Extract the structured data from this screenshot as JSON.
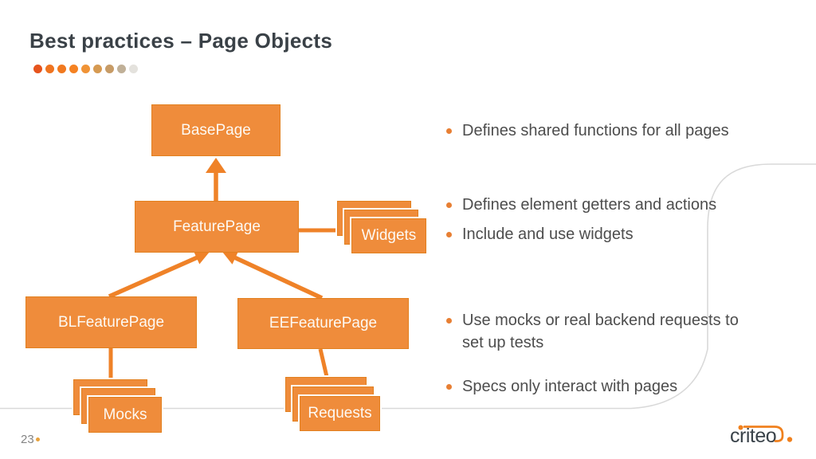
{
  "slide": {
    "title": "Best practices – Page Objects",
    "page_number": "23"
  },
  "title_dots_colors": [
    "#e6541d",
    "#ef7420",
    "#f1791f",
    "#f58222",
    "#f09336",
    "#d69a52",
    "#c79b66",
    "#c0b098",
    "#e4e2dd"
  ],
  "diagram": {
    "nodes": {
      "base": {
        "label": "BasePage"
      },
      "feature": {
        "label": "FeaturePage"
      },
      "widgets": {
        "label": "Widgets",
        "stacked": true
      },
      "bl": {
        "label": "BLFeaturePage"
      },
      "ee": {
        "label": "EEFeaturePage"
      },
      "mocks": {
        "label": "Mocks",
        "stacked": true
      },
      "requests": {
        "label": "Requests",
        "stacked": true
      }
    },
    "edges": [
      {
        "from": "feature",
        "to": "base",
        "type": "inheritance-arrow"
      },
      {
        "from": "bl",
        "to": "feature",
        "type": "inheritance-arrow"
      },
      {
        "from": "ee",
        "to": "feature",
        "type": "inheritance-arrow"
      },
      {
        "from": "feature",
        "to": "widgets",
        "type": "association"
      },
      {
        "from": "bl",
        "to": "mocks",
        "type": "association"
      },
      {
        "from": "ee",
        "to": "requests",
        "type": "association"
      }
    ]
  },
  "bullets": [
    "Defines shared functions for all pages",
    "Defines element getters and actions",
    "Include and use widgets",
    "Use mocks or real backend requests to\nset up tests",
    "Specs only interact with pages"
  ],
  "footer": {
    "logo_text": "criteo"
  },
  "colors": {
    "box_fill": "#EF8C3B",
    "box_border": "#E2801F",
    "connector_orange": "#EF8228",
    "bullet_dot": "#E87F33",
    "title_text": "#3A4147",
    "body_text": "#4D4D4D",
    "decor_line": "#D9D9D9",
    "logo_orange": "#F0811E"
  }
}
